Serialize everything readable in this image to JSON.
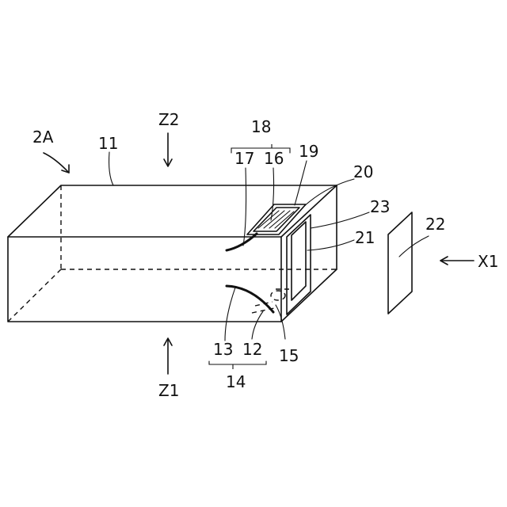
{
  "labels": {
    "ref_2A": "2A",
    "ref_11": "11",
    "ref_Z2": "Z2",
    "ref_18": "18",
    "ref_17": "17",
    "ref_16": "16",
    "ref_19": "19",
    "ref_20": "20",
    "ref_23": "23",
    "ref_22": "22",
    "ref_21": "21",
    "ref_X1": "X1",
    "ref_13": "13",
    "ref_12": "12",
    "ref_15": "15",
    "ref_14": "14",
    "ref_Z1": "Z1"
  },
  "colors": {
    "line": "#111111",
    "background": "#ffffff"
  }
}
